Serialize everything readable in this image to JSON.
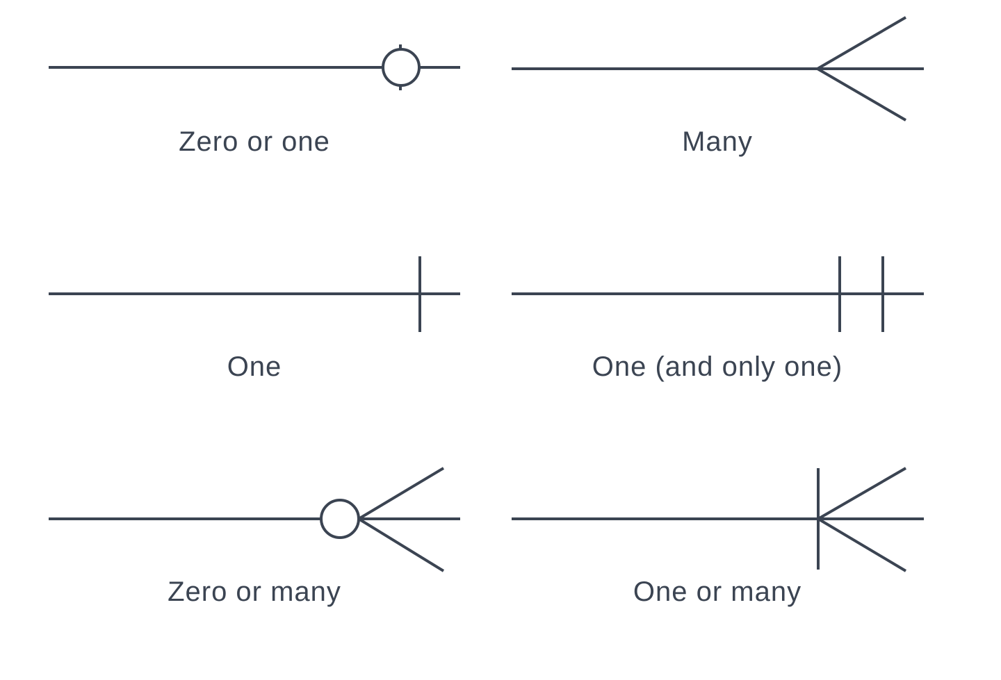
{
  "symbols": [
    {
      "id": "zero-or-one",
      "label": "Zero or one"
    },
    {
      "id": "many",
      "label": "Many"
    },
    {
      "id": "one",
      "label": "One"
    },
    {
      "id": "one-and-only-one",
      "label": "One (and only one)"
    },
    {
      "id": "zero-or-many",
      "label": "Zero or many"
    },
    {
      "id": "one-or-many",
      "label": "One or many"
    }
  ],
  "colors": {
    "stroke": "#3b4452",
    "text": "#3b4452",
    "background": "#ffffff"
  }
}
